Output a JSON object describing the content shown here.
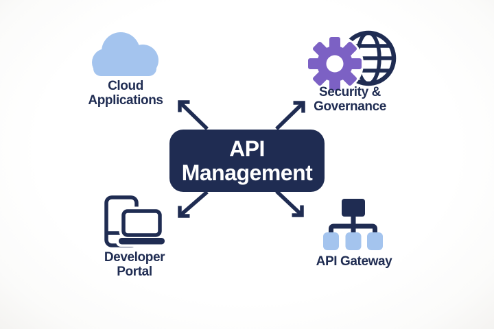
{
  "title": "API Management diagram",
  "colors": {
    "background": "#ffffff",
    "navy": "#1f2c52",
    "light-blue": "#a4c4ee",
    "purple": "#7c61c4",
    "title-text": "#ffffff"
  },
  "center": {
    "line1": "API",
    "line2": "Management"
  },
  "nodes": {
    "cloud": {
      "line1": "Cloud",
      "line2": "Applications",
      "icon": "cloud-icon"
    },
    "security": {
      "line1": "Security &",
      "line2": "Governance",
      "icon": "gear-globe-icon"
    },
    "developer": {
      "line1": "Developer",
      "line2": "Portal",
      "icon": "tablet-laptop-icon"
    },
    "gateway": {
      "line1": "API Gateway",
      "icon": "network-nodes-icon"
    }
  }
}
